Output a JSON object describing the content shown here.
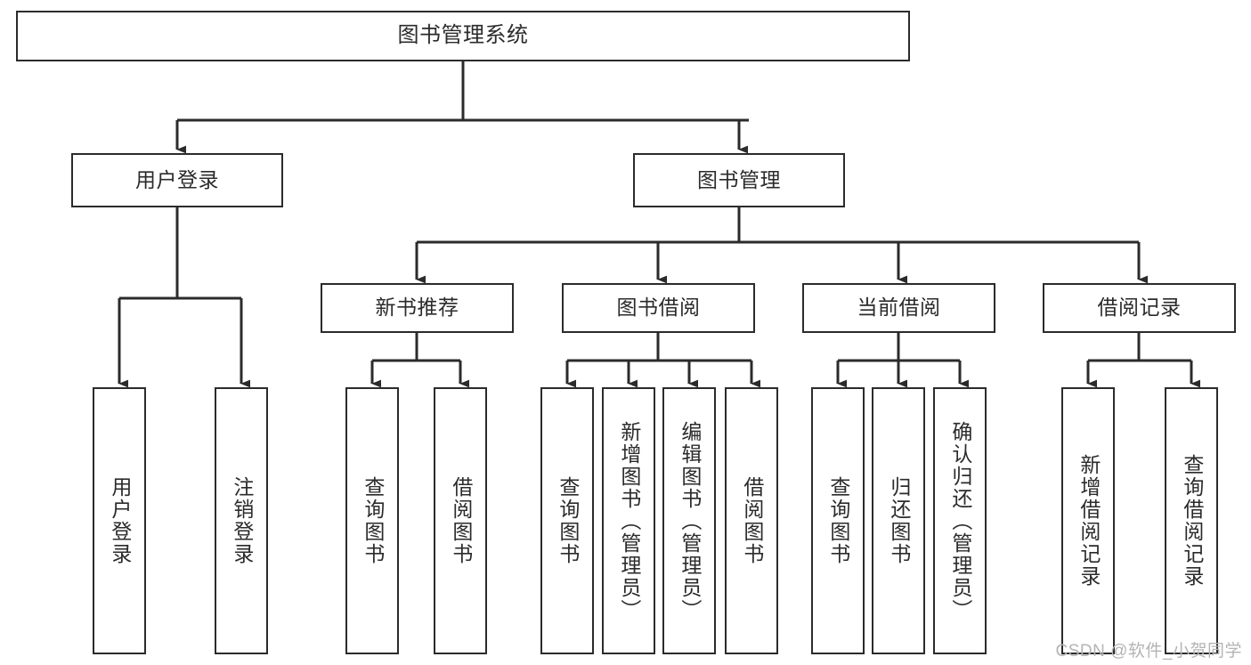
{
  "diagram": {
    "title": "图书管理系统",
    "type": "tree-hierarchy-chart",
    "colors": {
      "node_border": "#2b2b2b",
      "node_fill": "#ffffff",
      "edge": "#2b2b2b",
      "text": "#2b2b2b",
      "watermark": "#b4b4b4",
      "background": "#ffffff"
    },
    "watermark": "CSDN @软件_小贺同学",
    "nodes": {
      "root": {
        "label": "图书管理系统"
      },
      "level1": [
        {
          "label": "用户登录"
        },
        {
          "label": "图书管理"
        }
      ],
      "level2": [
        {
          "label": "新书推荐"
        },
        {
          "label": "图书借阅"
        },
        {
          "label": "当前借阅"
        },
        {
          "label": "借阅记录"
        }
      ],
      "leaves": {
        "user_login": [
          {
            "label": "用户登录"
          },
          {
            "label": "注销登录"
          }
        ],
        "new_book_recommend": [
          {
            "label": "查询图书"
          },
          {
            "label": "借阅图书"
          }
        ],
        "book_borrow": [
          {
            "label": "查询图书"
          },
          {
            "label": "新增图书（管理员）"
          },
          {
            "label": "编辑图书（管理员）"
          },
          {
            "label": "借阅图书"
          }
        ],
        "current_borrow": [
          {
            "label": "查询图书"
          },
          {
            "label": "归还图书"
          },
          {
            "label": "确认归还（管理员）"
          }
        ],
        "borrow_record": [
          {
            "label": "新增借阅记录"
          },
          {
            "label": "查询借阅记录"
          }
        ]
      }
    }
  }
}
